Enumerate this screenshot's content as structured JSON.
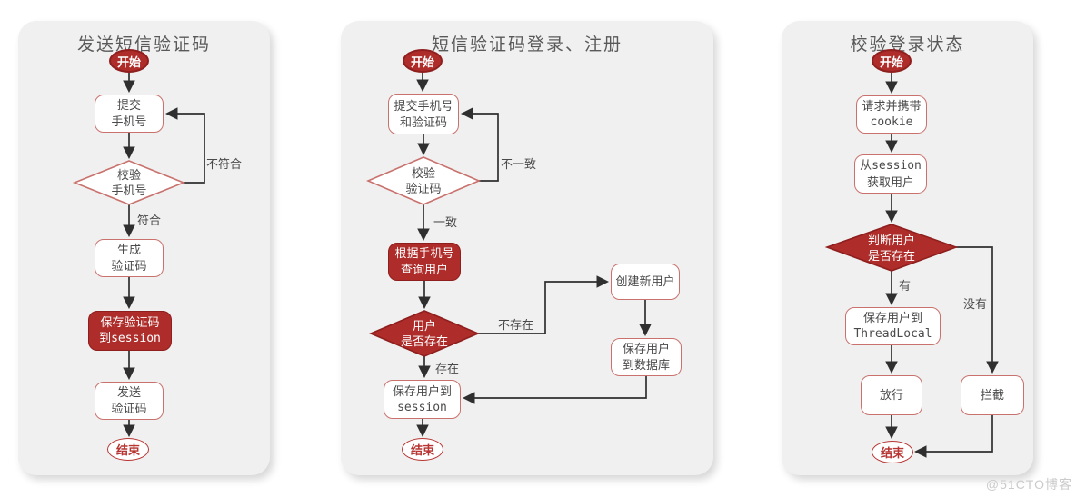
{
  "colors": {
    "red_fill": "#ae2c29",
    "red_dark": "#8e1f1e",
    "red_mid": "#b73532",
    "light_red": "#c9716c",
    "wire": "#2f2f2f",
    "panel_bg": "#f0f0f0",
    "text": "#4a4a4a",
    "title": "#595959"
  },
  "watermark": "@51CTO博客",
  "panels": [
    {
      "title": "发送短信验证码",
      "start": "开始",
      "end": "结束",
      "nodes": {
        "submit_phone": [
          "提交",
          "手机号"
        ],
        "verify_phone": [
          "校验",
          "手机号"
        ],
        "generate_code": [
          "生成",
          "验证码"
        ],
        "save_code_session": [
          "保存验证码",
          "到session"
        ],
        "send_code": [
          "发送",
          "验证码"
        ]
      },
      "labels": {
        "no_match": "不符合",
        "match": "符合"
      }
    },
    {
      "title": "短信验证码登录、注册",
      "start": "开始",
      "end": "结束",
      "nodes": {
        "submit_phone_code": [
          "提交手机号",
          "和验证码"
        ],
        "verify_code": [
          "校验",
          "验证码"
        ],
        "query_user": [
          "根据手机号",
          "查询用户"
        ],
        "user_exists": [
          "用户",
          "是否存在"
        ],
        "create_user": [
          "创建新用户"
        ],
        "save_user_db": [
          "保存用户",
          "到数据库"
        ],
        "save_user_session": [
          "保存用户到",
          "session"
        ]
      },
      "labels": {
        "mismatch": "不一致",
        "match": "一致",
        "not_exist": "不存在",
        "exist": "存在"
      }
    },
    {
      "title": "校验登录状态",
      "start": "开始",
      "end": "结束",
      "nodes": {
        "request_cookie": [
          "请求并携带",
          "cookie"
        ],
        "get_user_session": [
          "从session",
          "获取用户"
        ],
        "judge_user": [
          "判断用户",
          "是否存在"
        ],
        "save_threadlocal": [
          "保存用户到",
          "ThreadLocal"
        ],
        "pass": [
          "放行"
        ],
        "intercept": [
          "拦截"
        ]
      },
      "labels": {
        "yes": "有",
        "no": "没有"
      }
    }
  ]
}
